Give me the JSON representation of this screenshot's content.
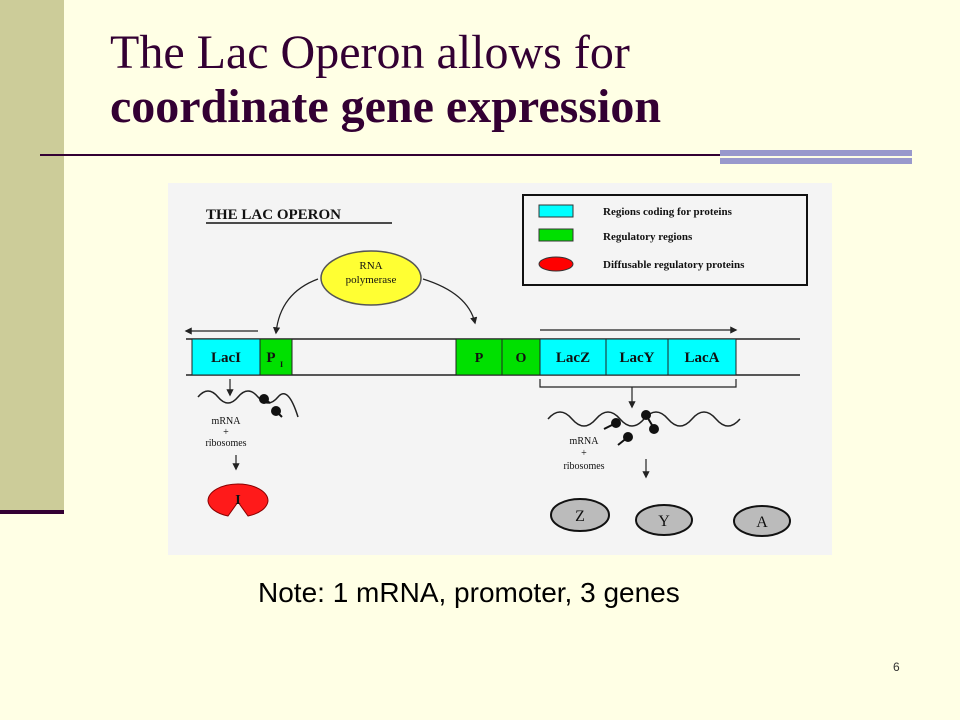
{
  "slide": {
    "title_line1": "The Lac Operon allows for",
    "title_line2": "coordinate gene expression",
    "note": "Note: 1 mRNA, promoter, 3 genes",
    "page_number": "6"
  },
  "diagram": {
    "heading": "THE LAC OPERON",
    "legend": [
      {
        "label": "Regions coding for proteins",
        "color": "#00ffff"
      },
      {
        "label": "Regulatory regions",
        "color": "#00e000"
      },
      {
        "label": "Diffusable regulatory proteins",
        "color": "#ff0000"
      }
    ],
    "rna_polymerase": {
      "line1": "RNA",
      "line2": "polymerase",
      "color": "#ffff33"
    },
    "segments": {
      "laci": "LacI",
      "pi": "P",
      "pi_sub": "I",
      "p": "P",
      "o": "O",
      "lacz": "LacZ",
      "lacy": "LacY",
      "laca": "LacA"
    },
    "left_labels": {
      "mrna": "mRNA",
      "plus": "+",
      "ribosomes": "ribosomes"
    },
    "right_labels": {
      "mrna": "mRNA",
      "plus": "+",
      "ribosomes": "ribosomes"
    },
    "repressor": "I",
    "proteins": [
      "Z",
      "Y",
      "A"
    ]
  },
  "colors": {
    "title": "#330033",
    "background": "#ffffe5",
    "band": "#cccc99",
    "accent": "#9999cc"
  }
}
